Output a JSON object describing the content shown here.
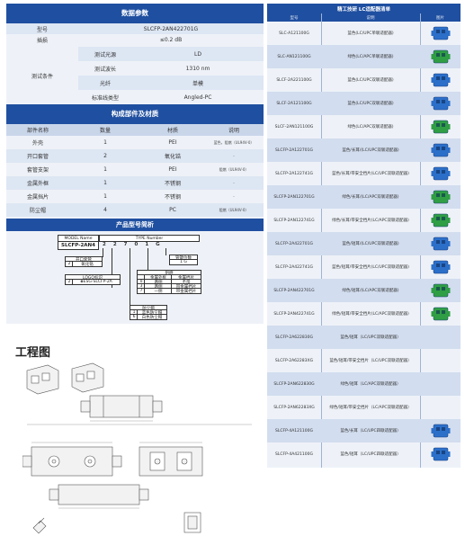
{
  "spec": {
    "title": "数据参数",
    "model_label": "型号",
    "model_value": "SLCFP-2AN422701G",
    "loss_label": "插损",
    "loss_value": "≤0.2 dB",
    "cond_label": "测试条件",
    "conditions": [
      {
        "k": "测试光源",
        "v": "LD"
      },
      {
        "k": "测试波长",
        "v": "1310 nm"
      },
      {
        "k": "光纤",
        "v": "单模"
      },
      {
        "k": "标准线类型",
        "v": "Angled-PC"
      }
    ]
  },
  "parts": {
    "title": "构成部件及材质",
    "headers": [
      "部件名称",
      "数量",
      "材质",
      "说明"
    ],
    "rows": [
      {
        "name": "外壳",
        "qty": "1",
        "mat": "PEI",
        "note": "蓝色，阻燃（UL94V-0）"
      },
      {
        "name": "开口套管",
        "qty": "2",
        "mat": "氧化锆",
        "note": "-"
      },
      {
        "name": "套管支架",
        "qty": "1",
        "mat": "PEI",
        "note": "阻燃（UL94V-0）"
      },
      {
        "name": "金属外框",
        "qty": "1",
        "mat": "不锈钢",
        "note": "-"
      },
      {
        "name": "金属挡片",
        "qty": "1",
        "mat": "不锈钢",
        "note": "-"
      },
      {
        "name": "防尘帽",
        "qty": "4",
        "mat": "PC",
        "note": "阻燃（UL94V-0）"
      }
    ]
  },
  "model_code": {
    "title": "产品型号简析",
    "model_name_label": "MODEL Name",
    "type_number_label": "TYPE Number",
    "model_name": "SLCFP-2AN4",
    "digits": [
      "2",
      "2",
      "7",
      "0",
      "1",
      "G"
    ],
    "sleeve_label": "开口套管",
    "sleeve_row": [
      "2",
      "氧化锆"
    ],
    "logo_label": "LOGO标识",
    "logo_row": [
      "2",
      "◈ESG-SLCFP-2A"
    ],
    "color_label": "管键位数",
    "color_value": "1 G",
    "shell_label": "阻燃",
    "shell_headers": [
      "",
      "金属外框",
      "金属挡片"
    ],
    "shell_rows": [
      [
        "0",
        "两侧",
        "不带"
      ],
      [
        "3",
        "两侧",
        "带金属挡片"
      ],
      [
        "7",
        "一侧",
        "带金属挡片"
      ]
    ],
    "cap_label": "防尘帽",
    "cap_rows": [
      [
        "1",
        "蓝色防尘帽"
      ],
      [
        "6",
        "白色防尘帽"
      ]
    ]
  },
  "products": {
    "title": "精工技研 LC适配器清单",
    "headers": [
      "型号",
      "说明",
      "图片"
    ],
    "rows": [
      {
        "model": "SLC-A121100G",
        "desc": "蓝色(LC/UPC单联适配器)",
        "color": "#2b6fc9"
      },
      {
        "model": "SLC-AN121100G",
        "desc": "绿色(LC/APC单联适配器)",
        "color": "#2f9e44"
      },
      {
        "model": "SLCF-2A221100G",
        "desc": "蓝色(LC/UPC双联适配器)",
        "color": "#2b6fc9"
      },
      {
        "model": "SLCF-2A121100G",
        "desc": "蓝色(LC/UPC双联适配器)",
        "color": "#2b6fc9"
      },
      {
        "model": "SLCF-2AN121100G",
        "desc": "绿色(LC/APC双联适配器)",
        "color": "#2f9e44"
      },
      {
        "model": "SLCFP-2A122701G",
        "desc": "蓝色/长耳/(LC/UPC双联适配器)",
        "color": "#2b6fc9"
      },
      {
        "model": "SLCFP-2A122741G",
        "desc": "蓝色/长耳/带安全挡片(LC/UPC双联适配器)",
        "color": "#2b6fc9"
      },
      {
        "model": "SLCFP-2AN122701G",
        "desc": "绿色/长耳/(LC/APC双联适配器)",
        "color": "#2f9e44"
      },
      {
        "model": "SLCFP-2AN122741G",
        "desc": "绿色/长耳/带安全挡片(LC/APC双联适配器)",
        "color": "#2f9e44"
      },
      {
        "model": "SLCFP-2A422701G",
        "desc": "蓝色/短耳/(LC/UPC双联适配器)",
        "color": "#2b6fc9"
      },
      {
        "model": "SLCFP-2A422741G",
        "desc": "蓝色/短耳/带安全挡片(LC/UPC双联适配器)",
        "color": "#2b6fc9"
      },
      {
        "model": "SLCFP-2AN422701G",
        "desc": "绿色/短耳/(LC/APC双联适配器)",
        "color": "#2f9e44"
      },
      {
        "model": "SLCFP-2AN422741G",
        "desc": "绿色/短耳/带安全挡片(LC/APC双联适配器)",
        "color": "#2f9e44"
      },
      {
        "model": "SLCFP-2A622830G",
        "desc": "蓝色/短耳（LC/UPC双联适配器）",
        "color": ""
      },
      {
        "model": "SLCFP-2A62283XG",
        "desc": "蓝色/短耳/带安全挡片（LC/UPC双联适配器）",
        "color": ""
      },
      {
        "model": "SLCFP-2AN622830G",
        "desc": "绿色/短耳（LC/APC双联适配器）",
        "color": ""
      },
      {
        "model": "SLCFP-2AN62283XG",
        "desc": "绿色/短耳/带安全挡片（LC/APC双联适配器）",
        "color": ""
      },
      {
        "model": "SLCFP-4A121100G",
        "desc": "蓝色/长耳（LC/UPC四联适配器）",
        "color": "#2b6fc9"
      },
      {
        "model": "SLCFP-4A421100G",
        "desc": "蓝色/短耳（LC/UPC四联适配器）",
        "color": "#2b6fc9"
      }
    ]
  },
  "engineering": {
    "title": "工程图"
  }
}
